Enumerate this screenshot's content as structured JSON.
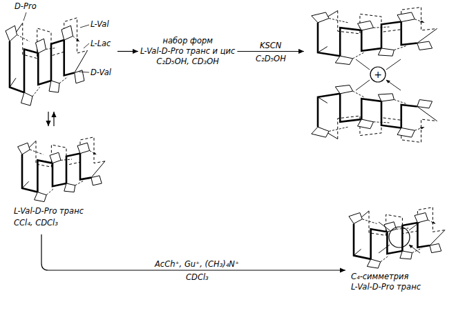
{
  "diagram": {
    "nodes": [
      {
        "text": [
          "D-Pro",
          "L-Val",
          "L-Lac",
          "D-Val"
        ]
      },
      {
        "text": [
          "набор форм",
          "L-Val-D-Pro транс и цис",
          "C₂D₅OH, CD₃OH"
        ]
      },
      {
        "text": [
          "+"
        ]
      },
      {
        "text": [
          "L-Val-D-Pro транс",
          "CCl₄, CDCl₃"
        ]
      },
      {
        "text": [
          "C₄-симметрия",
          "L-Val-D-Pro транс"
        ]
      }
    ],
    "edges": [
      {
        "from": 0,
        "to": 1,
        "arrow": "to"
      },
      {
        "from": 1,
        "to": 2,
        "arrow": "to",
        "label": "KSCN"
      },
      {
        "from": 0,
        "to": 3,
        "arrow": "both"
      },
      {
        "from": 3,
        "to": 4,
        "arrow": "to",
        "label": "AcCh⁺, Gu⁺, (CH₃)₄N⁺"
      }
    ],
    "labels": [
      "C₂D₅OH",
      "CDCl₃"
    ]
  }
}
